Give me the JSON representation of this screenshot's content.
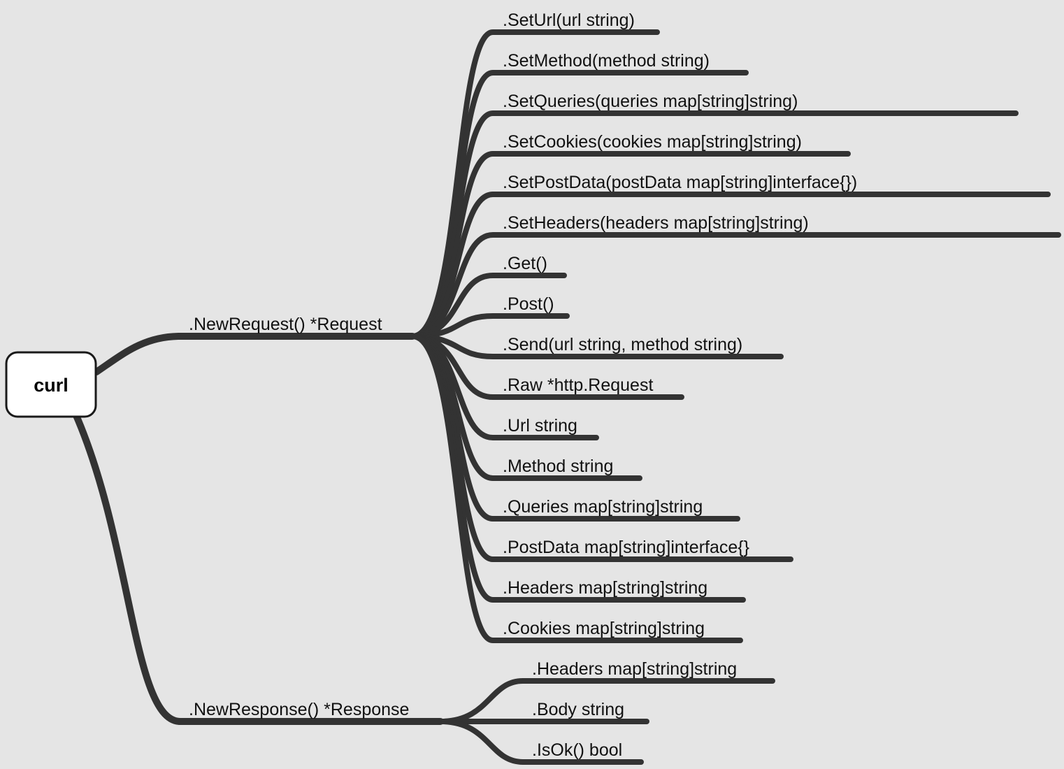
{
  "root": {
    "label": "curl"
  },
  "colors": {
    "background": "#e5e5e5",
    "edge": "#333333",
    "text": "#111111",
    "root_fill": "#ffffff"
  },
  "branches": [
    {
      "id": "request",
      "label": ".NewRequest() *Request",
      "children": [
        ".SetUrl(url string)",
        ".SetMethod(method string)",
        ".SetQueries(queries map[string]string)",
        ".SetCookies(cookies map[string]string)",
        ".SetPostData(postData map[string]interface{})",
        ".SetHeaders(headers map[string]string)",
        ".Get()",
        ".Post()",
        ".Send(url string, method string)",
        ".Raw *http.Request",
        ".Url string",
        ".Method string",
        ".Queries map[string]string",
        ".PostData map[string]interface{}",
        ".Headers map[string]string",
        ".Cookies map[string]string"
      ]
    },
    {
      "id": "response",
      "label": ".NewResponse() *Response",
      "children": [
        ".Headers map[string]string",
        ".Body string",
        ".IsOk() bool"
      ]
    }
  ]
}
